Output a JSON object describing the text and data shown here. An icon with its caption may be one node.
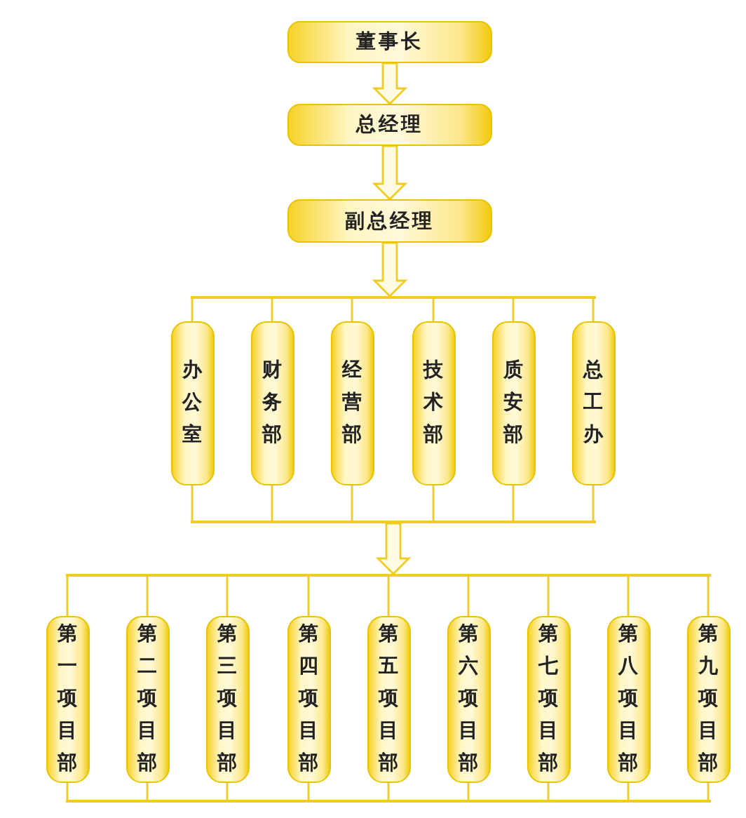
{
  "diagram": {
    "nodes": [
      {
        "text": [
          "董事长"
        ]
      },
      {
        "text": [
          "总经理"
        ]
      },
      {
        "text": [
          "副总经理"
        ]
      },
      {
        "text": [],
        "shape": "bar"
      },
      {
        "text": [
          "办公室"
        ]
      },
      {
        "text": [
          "财务部"
        ]
      },
      {
        "text": [
          "经营部"
        ]
      },
      {
        "text": [
          "技术部"
        ]
      },
      {
        "text": [
          "质安部"
        ]
      },
      {
        "text": [
          "总工办"
        ]
      },
      {
        "text": [],
        "shape": "bar"
      },
      {
        "text": [],
        "shape": "bar"
      },
      {
        "text": [
          "第一项目部"
        ]
      },
      {
        "text": [
          "第二项目部"
        ]
      },
      {
        "text": [
          "第三项目部"
        ]
      },
      {
        "text": [
          "第四项目部"
        ]
      },
      {
        "text": [
          "第五项目部"
        ]
      },
      {
        "text": [
          "第六项目部"
        ]
      },
      {
        "text": [
          "第七项目部"
        ]
      },
      {
        "text": [
          "第八项目部"
        ]
      },
      {
        "text": [
          "第九项目部"
        ]
      },
      {
        "text": [],
        "shape": "bar"
      }
    ],
    "edges": [
      {
        "from": 0,
        "to": 1,
        "arrow": "to"
      },
      {
        "from": 1,
        "to": 2,
        "arrow": "to"
      },
      {
        "from": 2,
        "to": 3,
        "arrow": "to"
      },
      {
        "from": 3,
        "to": 4,
        "arrow": "none"
      },
      {
        "from": 3,
        "to": 5,
        "arrow": "none"
      },
      {
        "from": 3,
        "to": 6,
        "arrow": "none"
      },
      {
        "from": 3,
        "to": 7,
        "arrow": "none"
      },
      {
        "from": 3,
        "to": 8,
        "arrow": "none"
      },
      {
        "from": 3,
        "to": 9,
        "arrow": "none"
      },
      {
        "from": 4,
        "to": 10,
        "arrow": "none"
      },
      {
        "from": 5,
        "to": 10,
        "arrow": "none"
      },
      {
        "from": 6,
        "to": 10,
        "arrow": "none"
      },
      {
        "from": 7,
        "to": 10,
        "arrow": "none"
      },
      {
        "from": 8,
        "to": 10,
        "arrow": "none"
      },
      {
        "from": 9,
        "to": 10,
        "arrow": "none"
      },
      {
        "from": 10,
        "to": 11,
        "arrow": "to"
      },
      {
        "from": 11,
        "to": 12,
        "arrow": "none"
      },
      {
        "from": 11,
        "to": 13,
        "arrow": "none"
      },
      {
        "from": 11,
        "to": 14,
        "arrow": "none"
      },
      {
        "from": 11,
        "to": 15,
        "arrow": "none"
      },
      {
        "from": 11,
        "to": 16,
        "arrow": "none"
      },
      {
        "from": 11,
        "to": 17,
        "arrow": "none"
      },
      {
        "from": 11,
        "to": 18,
        "arrow": "none"
      },
      {
        "from": 11,
        "to": 19,
        "arrow": "none"
      },
      {
        "from": 11,
        "to": 20,
        "arrow": "none"
      },
      {
        "from": 12,
        "to": 21,
        "arrow": "none"
      },
      {
        "from": 13,
        "to": 21,
        "arrow": "none"
      },
      {
        "from": 14,
        "to": 21,
        "arrow": "none"
      },
      {
        "from": 15,
        "to": 21,
        "arrow": "none"
      },
      {
        "from": 16,
        "to": 21,
        "arrow": "none"
      },
      {
        "from": 17,
        "to": 21,
        "arrow": "none"
      },
      {
        "from": 18,
        "to": 21,
        "arrow": "none"
      },
      {
        "from": 19,
        "to": 21,
        "arrow": "none"
      },
      {
        "from": 20,
        "to": 21,
        "arrow": "none"
      }
    ]
  }
}
